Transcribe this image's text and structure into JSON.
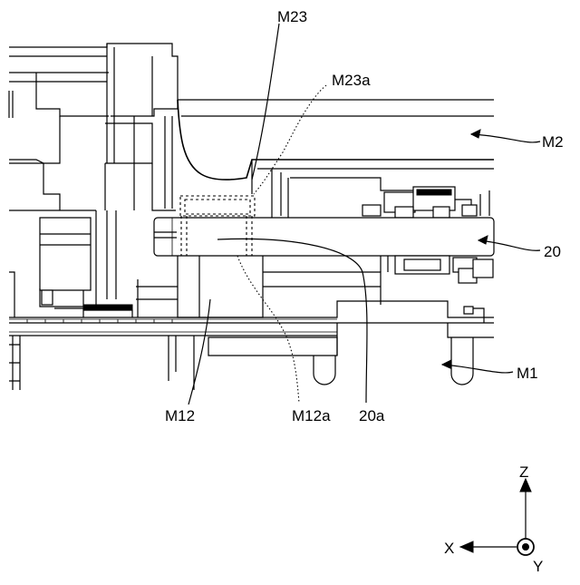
{
  "labels": {
    "m23": "M23",
    "m23a": "M23a",
    "m2": "M2",
    "board": "20",
    "m1": "M1",
    "m12": "M12",
    "m12a": "M12a",
    "board_a": "20a"
  },
  "axes": {
    "z": "Z",
    "x": "X",
    "y": "Y"
  }
}
